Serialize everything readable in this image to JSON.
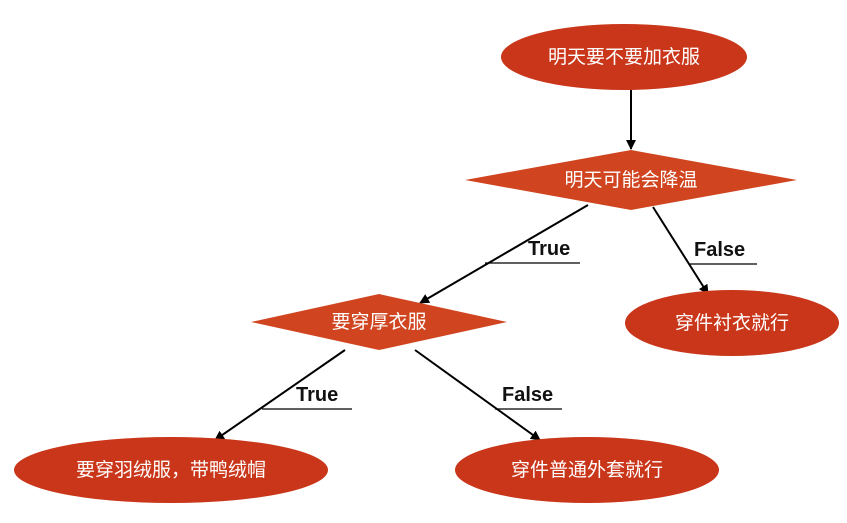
{
  "colors": {
    "node_fill": "#c9361a",
    "edge": "#000000",
    "text": "#ffffff"
  },
  "nodes": {
    "start": "明天要不要加衣服",
    "decision1": "明天可能会降温",
    "decision2": "要穿厚衣服",
    "leaf_shirt": "穿件衬衣就行",
    "leaf_down": "要穿羽绒服，带鸭绒帽",
    "leaf_coat": "穿件普通外套就行"
  },
  "edges": {
    "d1_true": "True",
    "d1_false": "False",
    "d2_true": "True",
    "d2_false": "False"
  }
}
